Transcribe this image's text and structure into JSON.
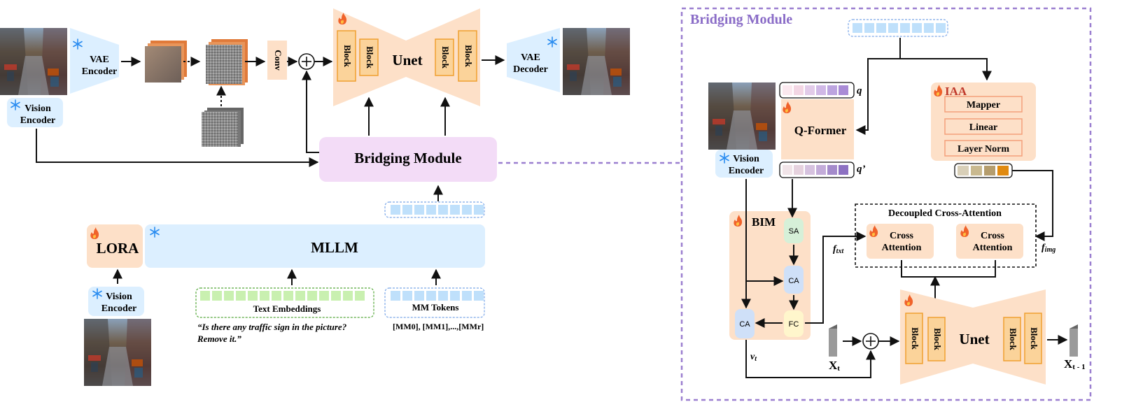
{
  "colors": {
    "peach": "#fde0c8",
    "peach_block": "#fbd39a",
    "block_border": "#f0a030",
    "light_blue": "#dcefff",
    "token_blue": "#bfe0fb",
    "token_green": "#c9f0b0",
    "bridging_purple": "#f3dcf7",
    "dashed_purple": "#9b7fd0",
    "title_purple": "#8a6cc7",
    "sa_green": "#d6f0d8",
    "ca_blue": "#cfe0f8",
    "fc_yellow": "#fff6cc",
    "iaa_orange": "#f3a07a"
  },
  "top_pipeline": {
    "vae_encoder": "VAE\nEncoder",
    "conv": "Conv",
    "unet": "Unet",
    "block": "Block",
    "vae_decoder": "VAE\nDecoder",
    "vision_encoder": "Vision\nEncoder",
    "bridging_module": "Bridging Module",
    "plus": "+"
  },
  "mllm_section": {
    "lora": "LORA",
    "mllm": "MLLM",
    "vision_encoder": "Vision\nEncoder",
    "text_embeddings": "Text Embeddings",
    "mm_tokens": "MM Tokens",
    "prompt": "“Is there any traffic sign in the picture?\nRemove it.”",
    "mm_token_list": "[MM0], [MM1],...,[MMr]"
  },
  "detail": {
    "title": "Bridging Module",
    "q_label": "q",
    "q_prime_label": "q’",
    "q_former": "Q-Former",
    "vision_encoder": "Vision\nEncoder",
    "iaa": "IAA",
    "mapper": "Mapper",
    "linear": "Linear",
    "layer_norm": "Layer Norm",
    "bim": "BIM",
    "sa": "SA",
    "ca": "CA",
    "fc": "FC",
    "decoupled": "Decoupled Cross-Attention",
    "cross_attention": "Cross\nAttention",
    "f_txt": "ftxt",
    "f_img": "fimg",
    "v_t": "vt",
    "x_t": "Xt",
    "x_t_minus": "Xt - 1",
    "unet": "Unet",
    "block": "Block"
  }
}
